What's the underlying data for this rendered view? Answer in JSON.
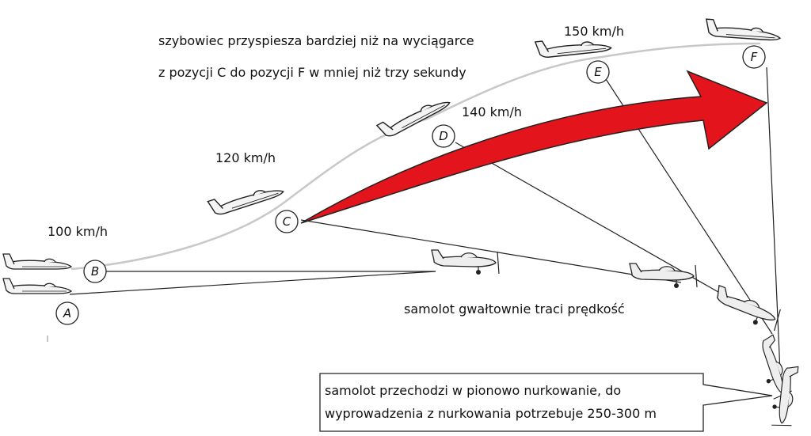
{
  "annotations": {
    "top_line1": "szybowiec przyspiesza bardziej niż na wyciągarce",
    "top_line2": "z pozycji C do pozycji F w mniej niż trzy sekundy",
    "plane_loses_speed": "samolot gwałtownie traci prędkość",
    "callout_line1": "samolot przechodzi w pionowo nurkowanie, do",
    "callout_line2": "wyprowadzenia z nurkowania potrzebuje 250-300 m"
  },
  "speeds": {
    "s100": "100 km/h",
    "s120": "120 km/h",
    "s140": "140 km/h",
    "s150": "150 km/h"
  },
  "positions": {
    "a": "A",
    "b": "B",
    "c": "C",
    "d": "D",
    "e": "E",
    "f": "F"
  },
  "colors": {
    "arrow_fill": "#e3141b",
    "flight_path": "#c8c8c8",
    "line": "#222222"
  }
}
